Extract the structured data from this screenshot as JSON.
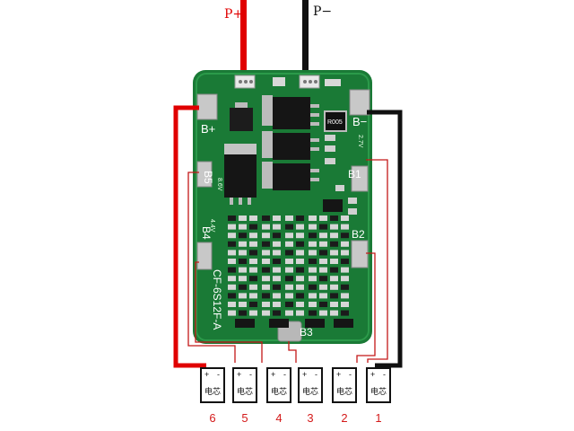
{
  "wire_labels": {
    "positive": "P+",
    "negative": "P−"
  },
  "board": {
    "model": "CF-6S12F-A",
    "pads": {
      "b_plus": "B+",
      "b_minus": "B−",
      "b1": "B1",
      "b2": "B2",
      "b3": "B3",
      "b4": "B4",
      "b5": "B5"
    },
    "chip_mark": "R005",
    "small_marks": {
      "v_left": "4.4V",
      "v_right": "2.7V",
      "v_b5": "8.6V"
    }
  },
  "cells": {
    "polarity": {
      "plus": "+",
      "minus": "-"
    },
    "cell_text": "电芯",
    "numbers": [
      "6",
      "5",
      "4",
      "3",
      "2",
      "1"
    ]
  },
  "colors": {
    "wire_red": "#e00000",
    "wire_black": "#101010",
    "thin_red": "#c41818",
    "pcb": "#1a7a36",
    "number_red": "#d41a1a"
  }
}
